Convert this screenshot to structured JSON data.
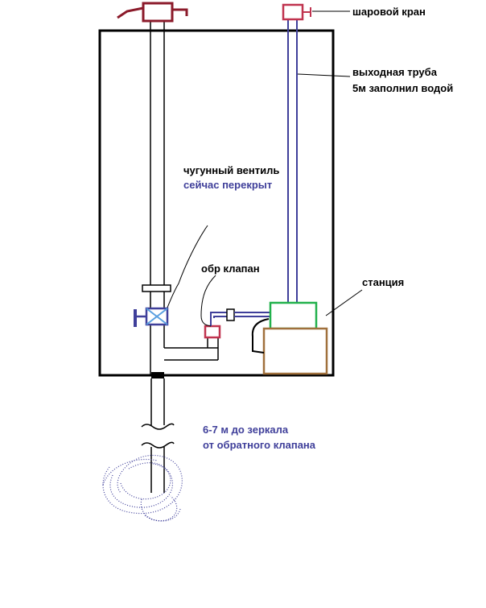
{
  "labels": {
    "ball_valve": "шаровой кран",
    "outlet_pipe": "выходная труба",
    "outlet_pipe_note": "5м заполнил водой",
    "cast_iron_valve": "чугунный вентиль",
    "cast_iron_valve_state": "сейчас перекрыт",
    "check_valve": "обр клапан",
    "station": "станция",
    "distance_line1": "6-7 м до зеркала",
    "distance_line2": "от обратного клапана"
  },
  "colors": {
    "black": "#000000",
    "blue": "#3f3f9a",
    "dark_red": "#8b1a2a",
    "pink": "#c0334f",
    "green": "#22b14c",
    "brown": "#a0703c",
    "light_blue": "#5aa0e0"
  }
}
